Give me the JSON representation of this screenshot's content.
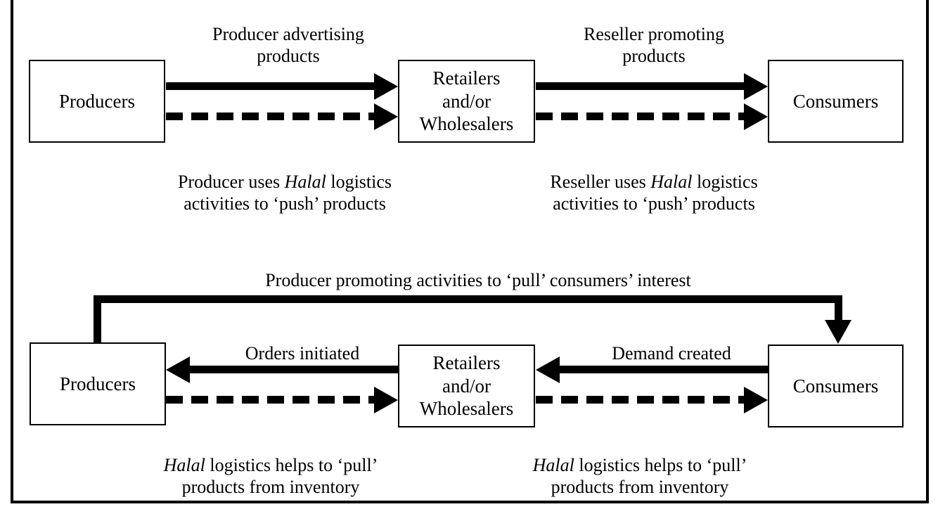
{
  "figure": {
    "title": "Halal logistics push and pull promotional strategy diagram",
    "frame_color": "#000000",
    "background_color": "#ffffff"
  },
  "push_section": {
    "nodes": {
      "producers": "Producers",
      "retailers": "Retailers\nand/or\nWholesalers",
      "consumers": "Consumers"
    },
    "arrow_labels": {
      "producer_advertising": "Producer advertising\nproducts",
      "reseller_promoting": "Reseller promoting\nproducts"
    },
    "captions": {
      "producer_push_pre": "Producer uses ",
      "producer_push_em": "Halal",
      "producer_push_post": " logistics\nactivities to ‘push’ products",
      "reseller_push_pre": "Reseller uses ",
      "reseller_push_em": "Halal",
      "reseller_push_post": " logistics\nactivities to ‘push’ products"
    }
  },
  "pull_section": {
    "nodes": {
      "producers": "Producers",
      "retailers": "Retailers\nand/or\nWholesalers",
      "consumers": "Consumers"
    },
    "loop_label": "Producer promoting activities to ‘pull’ consumers’ interest",
    "arrow_labels": {
      "orders_initiated": "Orders initiated",
      "demand_created": "Demand created"
    },
    "captions": {
      "left_pull_em": "Halal",
      "left_pull_post": " logistics helps to ‘pull’\nproducts from inventory",
      "right_pull_em": "Halal",
      "right_pull_post": " logistics helps to ‘pull’\nproducts from inventory"
    }
  }
}
